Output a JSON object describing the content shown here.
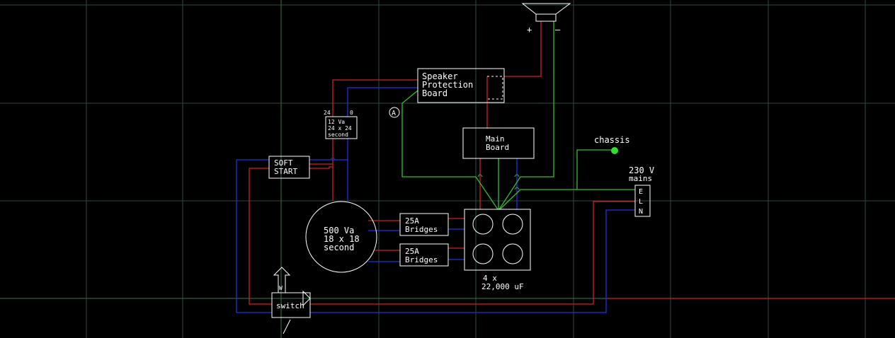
{
  "colors": {
    "background": "#000000",
    "grid": "#2e4e40",
    "positive_wire": "#d02020",
    "negative_wire": "#2030e0",
    "ground_wire": "#30c030",
    "component_outline": "#ffffff",
    "chassis_point": "#30e030"
  },
  "speaker": {
    "icon": "speaker-icon",
    "plus_label": "+",
    "minus_label": "–"
  },
  "speaker_protection_board": {
    "line1": "Speaker",
    "line2": "Protection",
    "line3": "Board"
  },
  "marker_a": "A",
  "small_transformer": {
    "tap_left": "24",
    "tap_right": "0",
    "line1": "12 Va",
    "line2": "24 x 24",
    "line3": "second"
  },
  "soft_start": {
    "line1": "SOFT",
    "line2": "START"
  },
  "main_board": {
    "line1": "Main",
    "line2": "Board"
  },
  "chassis_label": "chassis",
  "mains": {
    "line1": "230 V",
    "line2": "mains",
    "pin_e": "E",
    "pin_l": "L",
    "pin_n": "N"
  },
  "toroid": {
    "line1": "500 Va",
    "line2": "18 x 18",
    "line3": "second"
  },
  "bridge1": {
    "line1": "25A",
    "line2": "Bridges"
  },
  "bridge2": {
    "line1": "25A",
    "line2": "Bridges"
  },
  "capacitors": {
    "line1": "4 x",
    "line2": "22,000 uF"
  },
  "switch": {
    "label": "switch",
    "knob_label": "W"
  }
}
